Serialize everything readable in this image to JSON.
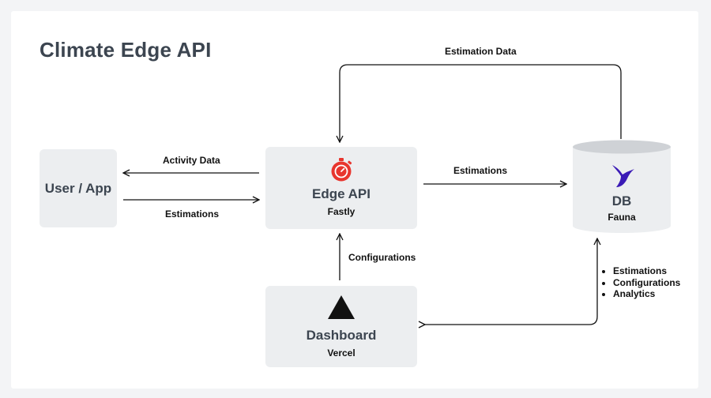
{
  "title": "Climate Edge API",
  "nodes": {
    "user": {
      "name": "User / App"
    },
    "edge": {
      "name": "Edge API",
      "sub": "Fastly",
      "icon": "stopwatch-icon"
    },
    "db": {
      "name": "DB",
      "sub": "Fauna",
      "icon": "fauna-bird-icon"
    },
    "dashboard": {
      "name": "Dashboard",
      "sub": "Vercel",
      "icon": "vercel-triangle-icon"
    }
  },
  "edges": {
    "activity_data": "Activity Data",
    "estimations_to_user": "Estimations",
    "estimations_to_db": "Estimations",
    "estimation_data": "Estimation Data",
    "configurations": "Configurations",
    "db_dashboard_items": [
      "Estimations",
      "Configurations",
      "Analytics"
    ]
  },
  "colors": {
    "accent_red": "#e8352e",
    "fauna_purple": "#3a1ab6",
    "box_bg": "#eceef0",
    "title": "#3c4550"
  }
}
